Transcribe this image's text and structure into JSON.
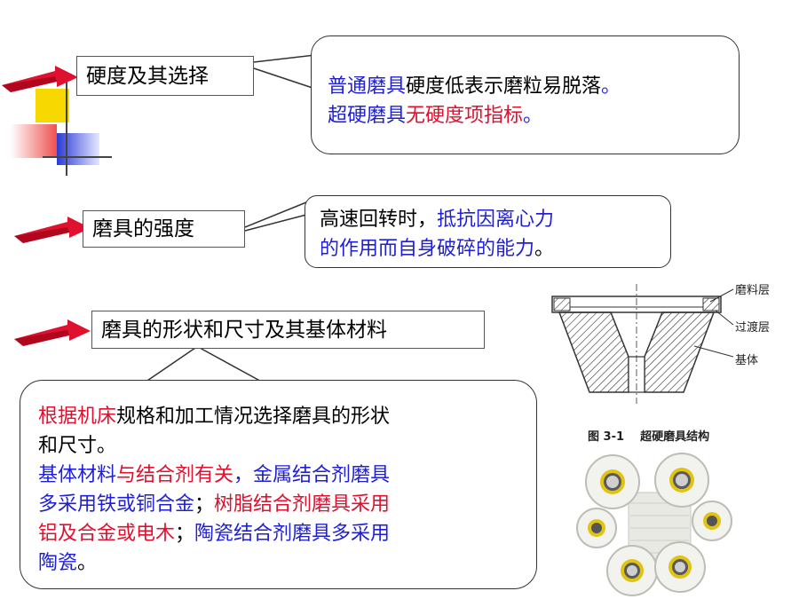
{
  "colors": {
    "blue": "#1f1fd6",
    "red": "#e0102f",
    "yellow": "#f7d800",
    "deco_blue": "#2a3bd6",
    "arrow_red": "#e0102f"
  },
  "sections": [
    {
      "title": "硬度及其选择",
      "callout": [
        [
          {
            "t": "普通磨具",
            "c": "blue"
          },
          {
            "t": "硬度低表示磨粒易脱落",
            "c": "black"
          },
          {
            "t": "。",
            "c": "blue"
          }
        ],
        [
          {
            "t": "超硬磨具",
            "c": "blue"
          },
          {
            "t": "无硬度项指标",
            "c": "red"
          },
          {
            "t": "。",
            "c": "blue"
          }
        ]
      ]
    },
    {
      "title": "磨具的强度",
      "callout": [
        [
          {
            "t": "高速回转时，",
            "c": "black"
          },
          {
            "t": "抵抗因离心力",
            "c": "blue"
          }
        ],
        [
          {
            "t": "的作用而自身破碎的能力",
            "c": "blue"
          },
          {
            "t": "。",
            "c": "black"
          }
        ]
      ]
    },
    {
      "title": "磨具的形状和尺寸及其基体材料",
      "callout": [
        [
          {
            "t": "根据机床",
            "c": "red"
          },
          {
            "t": "规格和加工情况选择磨具的形状",
            "c": "black"
          }
        ],
        [
          {
            "t": "和尺寸。",
            "c": "black"
          }
        ],
        [
          {
            "t": "基体材料",
            "c": "blue"
          },
          {
            "t": "与结合剂有关",
            "c": "red"
          },
          {
            "t": "，金属结合剂磨具",
            "c": "blue"
          }
        ],
        [
          {
            "t": "多采用铁或铜合金",
            "c": "blue"
          },
          {
            "t": "；",
            "c": "black"
          },
          {
            "t": "树脂结合剂磨具采用",
            "c": "red"
          }
        ],
        [
          {
            "t": "铝及合金或电木",
            "c": "red"
          },
          {
            "t": "；",
            "c": "black"
          },
          {
            "t": "陶瓷结合剂磨具多采用",
            "c": "blue"
          }
        ],
        [
          {
            "t": "陶瓷",
            "c": "blue"
          },
          {
            "t": "。",
            "c": "black"
          }
        ]
      ]
    }
  ],
  "figure": {
    "labels": [
      "磨料层",
      "过渡层",
      "基体"
    ],
    "caption": "图 3-1    超硬磨具结构"
  }
}
